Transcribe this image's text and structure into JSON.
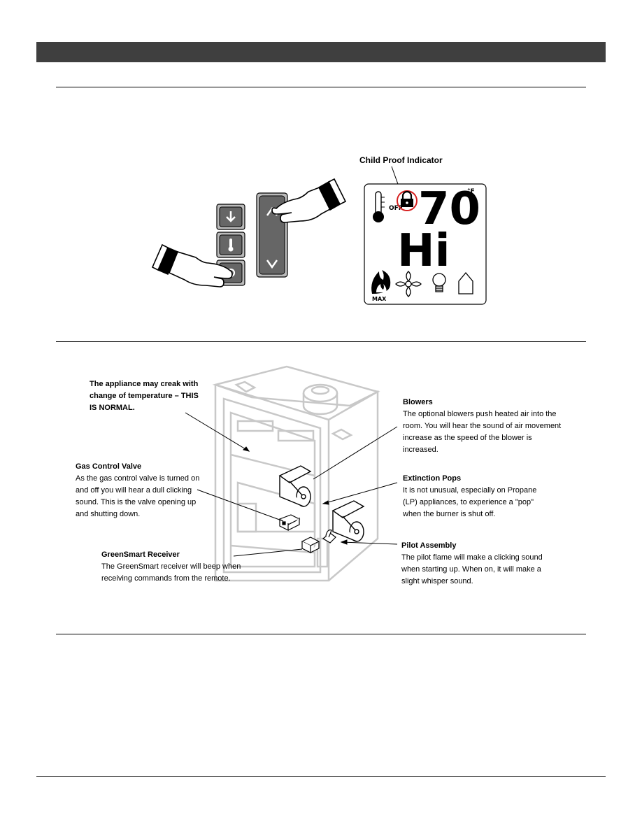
{
  "remote": {
    "child_proof_label": "Child Proof Indicator",
    "display_temp_digits": "70",
    "display_temp_unit": "°F",
    "display_off_label": "OFF",
    "display_mode": "Hi",
    "display_max_label": "MAX"
  },
  "callouts": {
    "creak": {
      "text": "The appliance may creak with change of temperature – THIS IS NORMAL."
    },
    "gas_control_valve": {
      "title": "Gas Control Valve",
      "text": "As the gas control valve is turned on and off you will hear a dull clicking sound.  This is the valve opening up and shutting down."
    },
    "greensmart_receiver": {
      "title": "GreenSmart Receiver",
      "text": "The GreenSmart receiver will beep when receiving commands from the remote."
    },
    "blowers": {
      "title": "Blowers",
      "text": "The optional blowers push heated air into the room.  You will hear the sound of air movement increase as the speed of the blower is increased."
    },
    "extinction_pops": {
      "title": "Extinction Pops",
      "text": "It is not unusual, especially on Propane (LP) appliances, to experience a \"pop\" when the burner is shut off."
    },
    "pilot_assembly": {
      "title": "Pilot Assembly",
      "text": "The pilot flame will make a clicking sound when starting up.  When on, it will make a slight whisper sound."
    }
  }
}
